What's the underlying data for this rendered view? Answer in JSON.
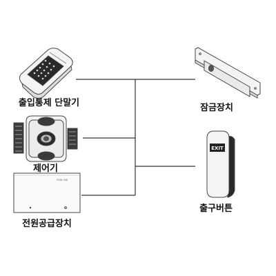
{
  "labels": {
    "terminal": "출입통제 단말기",
    "controller": "제어기",
    "power_supply": "전원공급장치",
    "lock": "잠금장치",
    "exit_button": "출구버튼"
  },
  "device_text": {
    "exit": "EXIT",
    "power_plate": "PWR-188"
  },
  "colors": {
    "line": "#333333",
    "device_stroke": "#444444",
    "device_fill": "#f4f4f4",
    "dark_fill": "#2a2a2a",
    "label_text": "#111111"
  }
}
